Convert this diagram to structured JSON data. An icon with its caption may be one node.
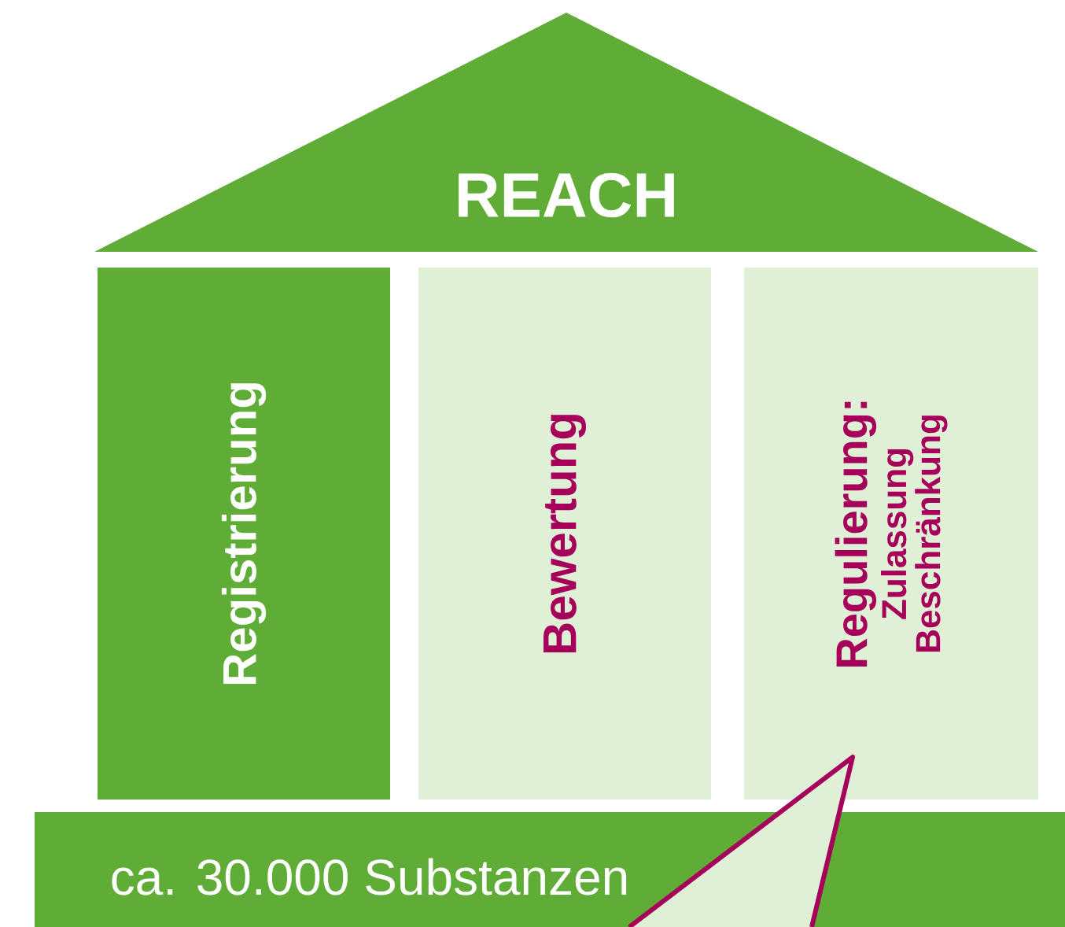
{
  "diagram": {
    "nodes": [
      {
        "text": [
          "REACH"
        ]
      },
      {
        "text": [
          "Registrierung"
        ]
      },
      {
        "text": [
          "Bewertung"
        ]
      },
      {
        "text": [
          "Regulierung:",
          "Zulassung Beschränkung"
        ]
      },
      {
        "text": [
          "ca. 30.000 Substanzen"
        ]
      }
    ]
  }
}
